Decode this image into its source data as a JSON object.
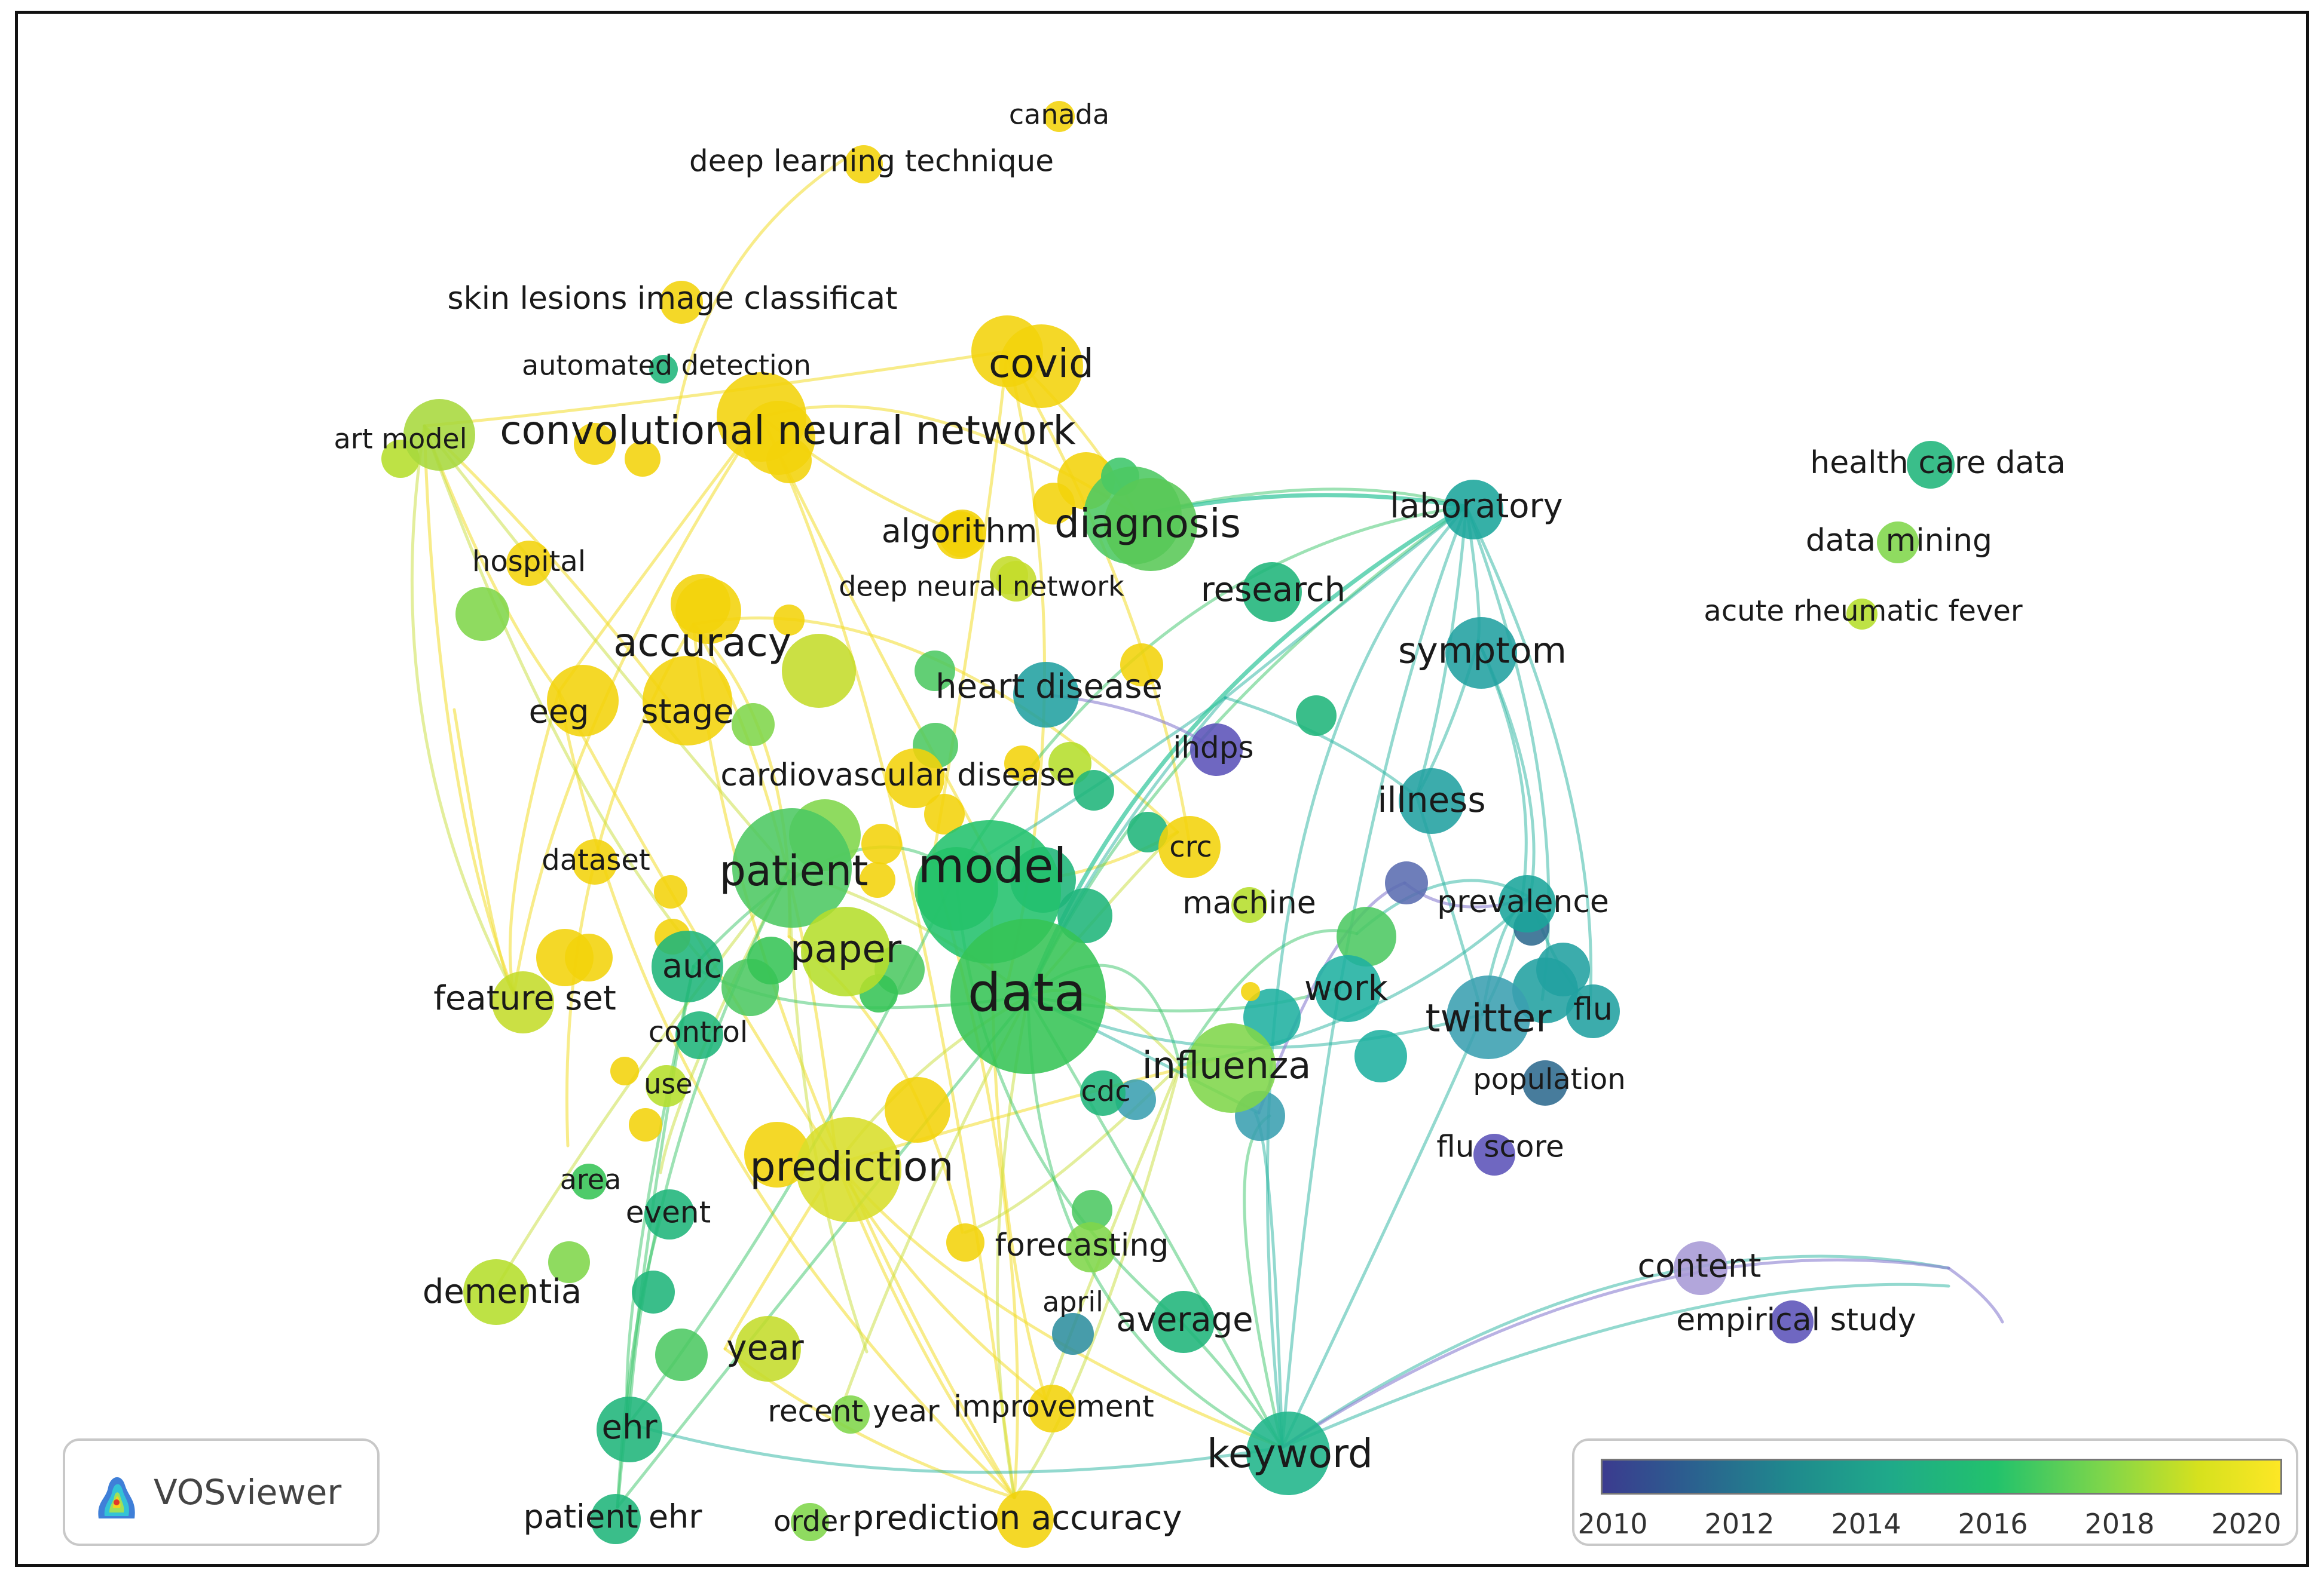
{
  "app": {
    "name": "VOSviewer"
  },
  "colors": {
    "y2010": "#3e3a8a",
    "y2012": "#2d6a8e",
    "y2014": "#21918c",
    "y2016": "#1fb57a",
    "y2018": "#35c455",
    "y2019": "#b5de2b",
    "y2020": "#f2d30a",
    "purple": "#7b6fc9",
    "lavender": "#a79ad6"
  },
  "legend": {
    "ticks": [
      "2010",
      "2012",
      "2014",
      "2016",
      "2018",
      "2020"
    ]
  },
  "keywords": {
    "canada": "canada",
    "deep_learning_technique": "deep learning technique",
    "skin_lesions": "skin lesions image classificat",
    "automated_detection": "automated detection",
    "covid": "covid",
    "art_model": "art model",
    "cnn": "convolutional neural network",
    "algorithm": "algorithm",
    "diagnosis": "diagnosis",
    "hospital": "hospital",
    "deep_neural_network": "deep neural network",
    "laboratory": "laboratory",
    "research": "research",
    "accuracy": "accuracy",
    "symptom": "symptom",
    "heart_disease": "heart disease",
    "eeg": "eeg",
    "stage": "stage",
    "ihdps": "ihdps",
    "cardiovascular_disease": "cardiovascular disease",
    "illness": "illness",
    "dataset": "dataset",
    "patient": "patient",
    "model": "model",
    "crc": "crc",
    "machine": "machine",
    "prevalence": "prevalence",
    "paper": "paper",
    "auc": "auc",
    "feature_set": "feature set",
    "data": "data",
    "work": "work",
    "twitter": "twitter",
    "flu": "flu",
    "control": "control",
    "influenza": "influenza",
    "use": "use",
    "cdc": "cdc",
    "population": "population",
    "flu_score": "flu score",
    "prediction": "prediction",
    "area": "area",
    "event": "event",
    "forecasting": "forecasting",
    "dementia": "dementia",
    "april": "april",
    "average": "average",
    "year": "year",
    "recent_year": "recent year",
    "improvement": "improvement",
    "ehr": "ehr",
    "keyword": "keyword",
    "patient_ehr": "patient ehr",
    "order": "order",
    "prediction_accuracy": "prediction accuracy",
    "health_care_data": "health care data",
    "data_mining": "data mining",
    "acute_rheumatic_fever": "acute rheumatic fever",
    "content": "content",
    "empirical_study": "empirical study"
  }
}
